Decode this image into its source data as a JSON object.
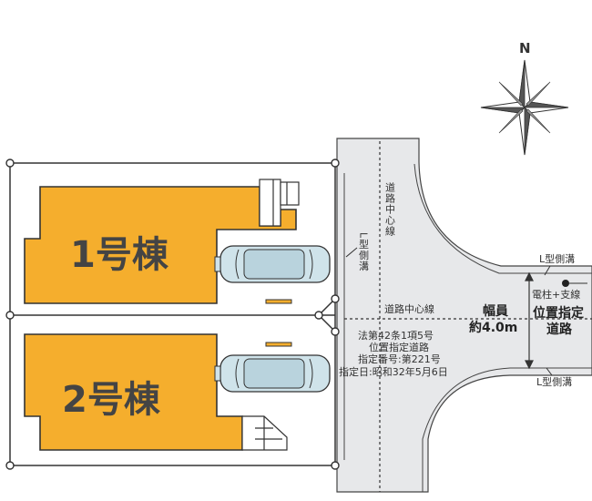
{
  "compass": {
    "north_label": "N",
    "icon": "compass-rose-icon"
  },
  "lots": [
    {
      "label": "1号棟"
    },
    {
      "label": "2号棟"
    }
  ],
  "road": {
    "vertical_centerline_label": "道路中心線",
    "horizontal_centerline_label": "道路中心線",
    "west_gutter_label": "L型側溝",
    "width_title": "幅員",
    "width_value": "約4.0m",
    "legal_line1": "法第42条1項5号",
    "legal_line2": "位置指定道路",
    "designation_number": "指定番号:第221号",
    "designation_date": "指定日:昭和32年5月6日",
    "east_road_line1": "位置指定",
    "east_road_line2": "道路",
    "east_gutter_top": "L型側溝",
    "east_gutter_bottom": "L型側溝",
    "utility_pole_label": "電柱+支線"
  },
  "colors": {
    "building": "#F5AE2D",
    "road": "#E7E8EA",
    "boundary": "#333333",
    "car": "#CFE3EA"
  }
}
